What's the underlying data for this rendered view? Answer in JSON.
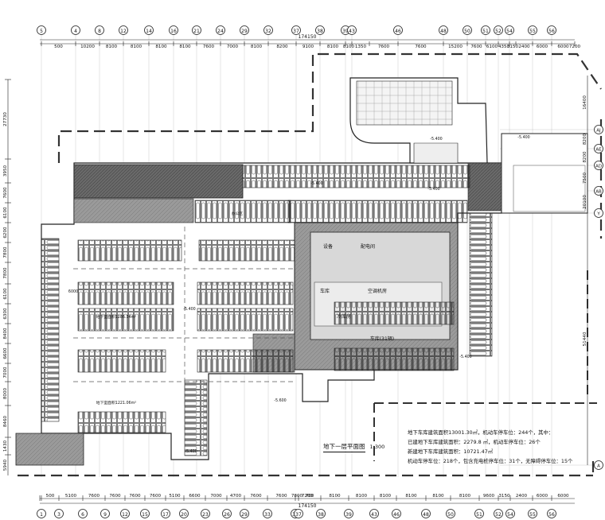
{
  "drawing": {
    "title": "地下一层平面图",
    "scale": "1:300",
    "total_dimension": "174150",
    "top_axes": [
      "5",
      "4",
      "8",
      "12",
      "14",
      "16",
      "21",
      "24",
      "29",
      "32",
      "37",
      "38",
      "39",
      "43",
      "46",
      "48",
      "50",
      "51",
      "52",
      "54",
      "55",
      "56"
    ],
    "top_dims": [
      "500",
      "10200",
      "8100",
      "8100",
      "8100",
      "8100",
      "7600",
      "7000",
      "8100",
      "8200",
      "9100",
      "8100",
      "8100",
      "1350",
      "7600",
      "7600",
      "15200",
      "7600",
      "6100",
      "4350",
      "3150",
      "2400",
      "6000",
      "6000",
      "7200"
    ],
    "bottom_axes": [
      "1",
      "3",
      "6",
      "9",
      "12",
      "15",
      "17",
      "20",
      "23",
      "26",
      "29",
      "33",
      "36",
      "37",
      "38",
      "39",
      "43",
      "46",
      "48",
      "50",
      "51",
      "52",
      "54",
      "55",
      "56"
    ],
    "bottom_dims": [
      "500",
      "5100",
      "7600",
      "7600",
      "7600",
      "7600",
      "5100",
      "6600",
      "7000",
      "4700",
      "7600",
      "7600",
      "7800",
      "700",
      "8100",
      "8100",
      "8100",
      "8100",
      "8100",
      "8100",
      "9600",
      "3150",
      "2400",
      "6000",
      "6000",
      "7200"
    ],
    "left_dims": [
      "27730",
      "3950",
      "7600",
      "6100",
      "6200",
      "7800",
      "7800",
      "6100",
      "6300",
      "8400",
      "6600",
      "7000",
      "8000",
      "8460",
      "1430",
      "5940"
    ],
    "right_axes": [
      "AJ",
      "AE",
      "AD",
      "AB",
      "Y",
      "A"
    ],
    "right_dims": [
      "16400",
      "8200",
      "8200",
      "7500",
      "20100",
      "51440"
    ],
    "room_labels": [
      "配电间",
      "空调机房",
      "设备",
      "车库",
      "冷库房",
      "车库(31辆)"
    ],
    "elevation_labels": [
      "-5.400",
      "-5.400",
      "-5.400",
      "-5.600",
      "-5.400",
      "-5.400",
      "-5.400",
      "-5.400"
    ],
    "area_labels": [
      "办公区",
      "地下室面积1286.34m²",
      "地下室面积1221.06m²",
      "6000"
    ]
  },
  "notes": [
    "地下车库建筑面积13001.30㎡，机动车停车位：244个，其中：",
    "已建地下车库建筑面积：2279.8 ㎡，机动车停车位：26个",
    "新建地下车库建筑面积：10721.47㎡",
    "机动车停车位：218个，包含充电桩停车位：31个，无障碍停车位：15个"
  ],
  "colors": {
    "line": "#222222",
    "hatch_dark": "#5a5a5a",
    "hatch_mid": "#8c8c8c",
    "hatch_light": "#b8b8b8",
    "boundary_dash": "#333333"
  }
}
